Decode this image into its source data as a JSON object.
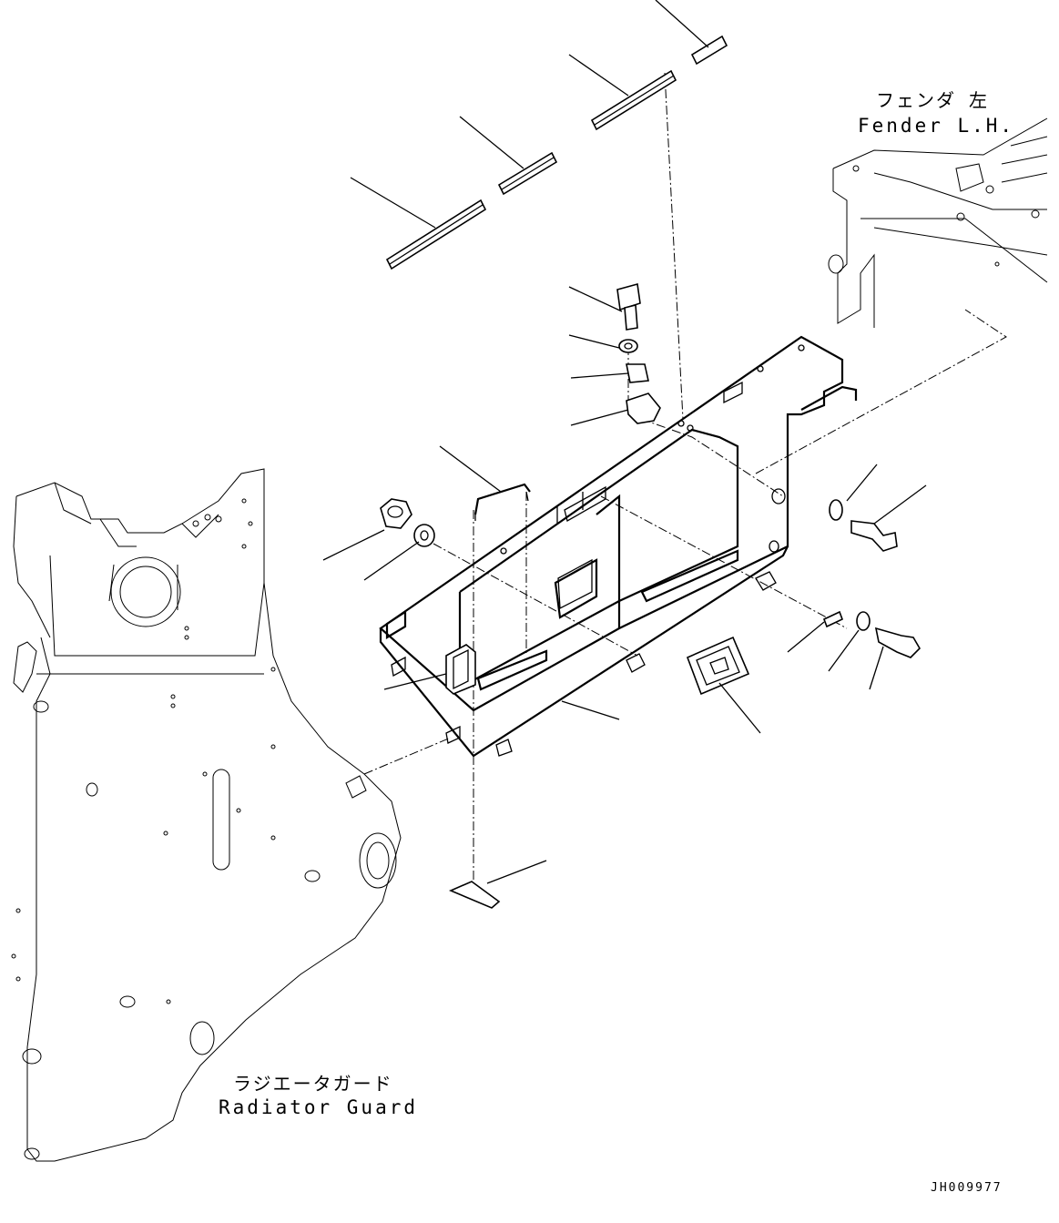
{
  "diagram": {
    "fender_label_jp": "フェンダ 左",
    "fender_label_en": "Fender L.H.",
    "radiator_label_jp": "ラジエータガード",
    "radiator_label_en": "Radiator Guard",
    "drawing_code": "JH009977"
  }
}
